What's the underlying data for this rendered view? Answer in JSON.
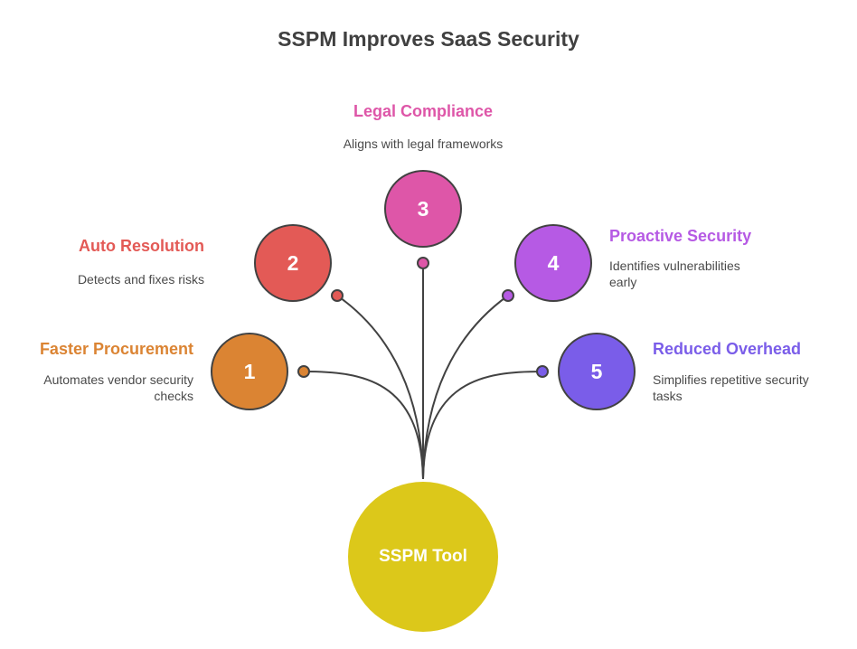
{
  "title": "SSPM Improves SaaS Security",
  "hub": {
    "label": "SSPM Tool",
    "color": "#dcc81a"
  },
  "items": [
    {
      "number": "1",
      "title": "Faster Procurement",
      "desc": "Automates vendor security checks",
      "color": "#db8433"
    },
    {
      "number": "2",
      "title": "Auto Resolution",
      "desc": "Detects and fixes risks",
      "color": "#e35a56"
    },
    {
      "number": "3",
      "title": "Legal Compliance",
      "desc": "Aligns with legal frameworks",
      "color": "#de56a8"
    },
    {
      "number": "4",
      "title": "Proactive Security",
      "desc": "Identifies vulnerabilities early",
      "color": "#b65ae4"
    },
    {
      "number": "5",
      "title": "Reduced Overhead",
      "desc": "Simplifies repetitive security tasks",
      "color": "#7a5de9"
    }
  ]
}
